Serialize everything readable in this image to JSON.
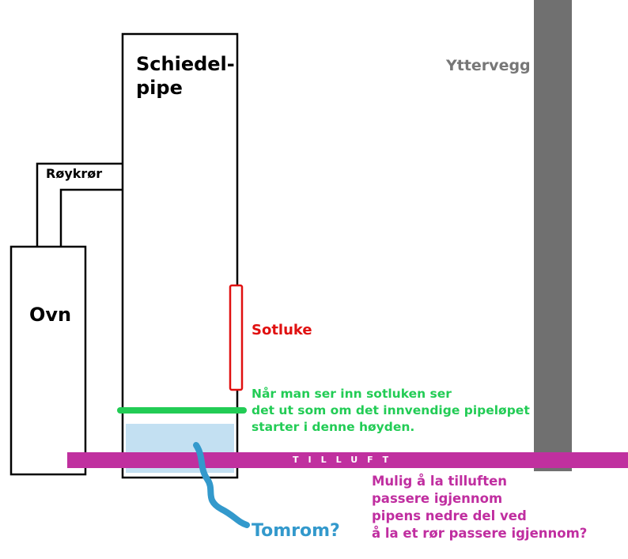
{
  "labels": {
    "chimney": "Schiedel-\npipe",
    "outer_wall": "Yttervegg",
    "flue_pipe": "Røykrør",
    "stove": "Ovn",
    "soot_hatch": "Sotluke",
    "inner_start_note": "Når man ser inn sotluken ser\ndet ut som om det innvendige pipeløpet\nstarter i denne høyden.",
    "fresh_air": "TILLUFT",
    "fresh_air_note": "Mulig å la tilluften\npassere igjennom\npipens nedre del ved\nå la et rør passere igjennom?",
    "void": "Tomrom?"
  },
  "colors": {
    "outline": "#000000",
    "outer_wall": "#707070",
    "outer_wall_text": "#777777",
    "soot_hatch": "#e01010",
    "inner_line": "#22cc55",
    "fresh_air_pipe": "#c0309f",
    "void_fill": "#c3e0f2",
    "void_marker": "#3399cc"
  }
}
